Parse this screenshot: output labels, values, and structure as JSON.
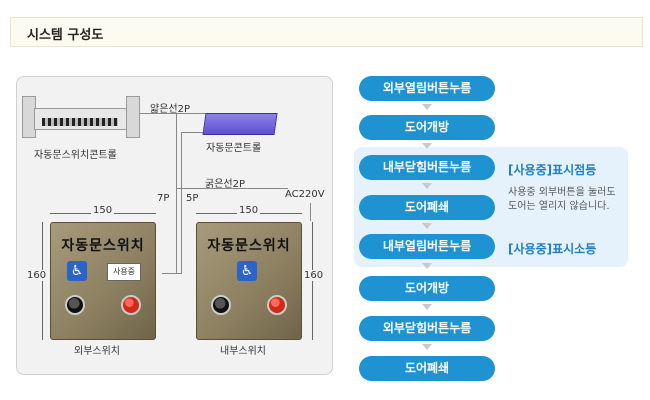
{
  "header": {
    "title": "시스템 구성도"
  },
  "diagram": {
    "controller_label": "자동문스위치콘트롤",
    "thin_wire_label": "얇은선2P",
    "door_control_label": "자동문콘트롤",
    "thick_wire_label": "굵은선2P",
    "ac_label": "AC220V",
    "wire_7p": "7P",
    "wire_5p": "5P",
    "width_left": "150",
    "width_right": "150",
    "height_left": "160",
    "height_right": "160",
    "plate_title": "자동문스위치",
    "inuse_sign": "사용중",
    "outer_switch_label": "외부스위치",
    "inner_switch_label": "내부스위치"
  },
  "flow": {
    "steps": [
      "외부열림버튼누름",
      "도어개방",
      "내부닫힘버튼누름",
      "도어폐쇄",
      "내부열림버튼누름",
      "도어개방",
      "외부닫힘버튼누름",
      "도어폐쇄"
    ],
    "status_on": "[사용중]표시점등",
    "status_off": "[사용중]표시소등",
    "note": "사용중 외부버튼을 눌러도 도어는 열리지 않습니다."
  },
  "colors": {
    "flow_button": "#1f93d2",
    "highlight": "#e6f2fb",
    "status_text": "#1f7fc2",
    "purple_module": "#6a5ee0"
  }
}
